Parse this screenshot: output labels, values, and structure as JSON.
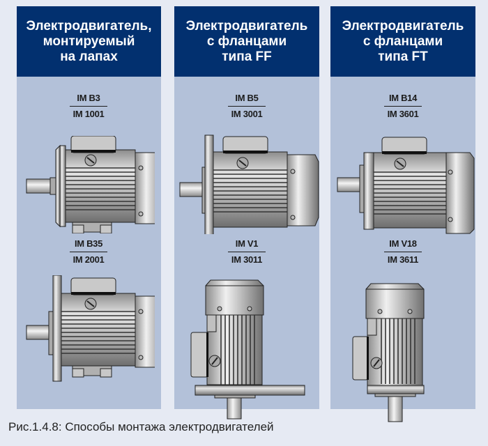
{
  "colors": {
    "background": "#e6eaf3",
    "panel_header": "#02306f",
    "panel_body": "#b3c1d9",
    "header_text": "#ffffff",
    "code_text": "#1b1b1b",
    "motor_outline": "#1a1a1a",
    "motor_metal": "#b8b8b8"
  },
  "panels": [
    {
      "title_lines": [
        "Электродвигатель,",
        "монтируемый",
        "на лапах"
      ],
      "motors": [
        {
          "code_top": "IM B3",
          "code_bottom": "IM 1001",
          "orientation": "horizontal",
          "mount": "feet"
        },
        {
          "code_top": "IM B35",
          "code_bottom": "IM 2001",
          "orientation": "horizontal",
          "mount": "feet + FF flange"
        }
      ]
    },
    {
      "title_lines": [
        "Электродвигатель",
        "с фланцами",
        "типа FF"
      ],
      "motors": [
        {
          "code_top": "IM B5",
          "code_bottom": "IM 3001",
          "orientation": "horizontal",
          "mount": "FF flange"
        },
        {
          "code_top": "IM V1",
          "code_bottom": "IM 3011",
          "orientation": "vertical",
          "mount": "FF flange, shaft down"
        }
      ]
    },
    {
      "title_lines": [
        "Электродвигатель",
        "с фланцами",
        "типа FT"
      ],
      "motors": [
        {
          "code_top": "IM B14",
          "code_bottom": "IM 3601",
          "orientation": "horizontal",
          "mount": "FT flange"
        },
        {
          "code_top": "IM V18",
          "code_bottom": "IM 3611",
          "orientation": "vertical",
          "mount": "FT flange, shaft down"
        }
      ]
    }
  ],
  "caption": "Рис.1.4.8: Способы монтажа электродвигателей"
}
